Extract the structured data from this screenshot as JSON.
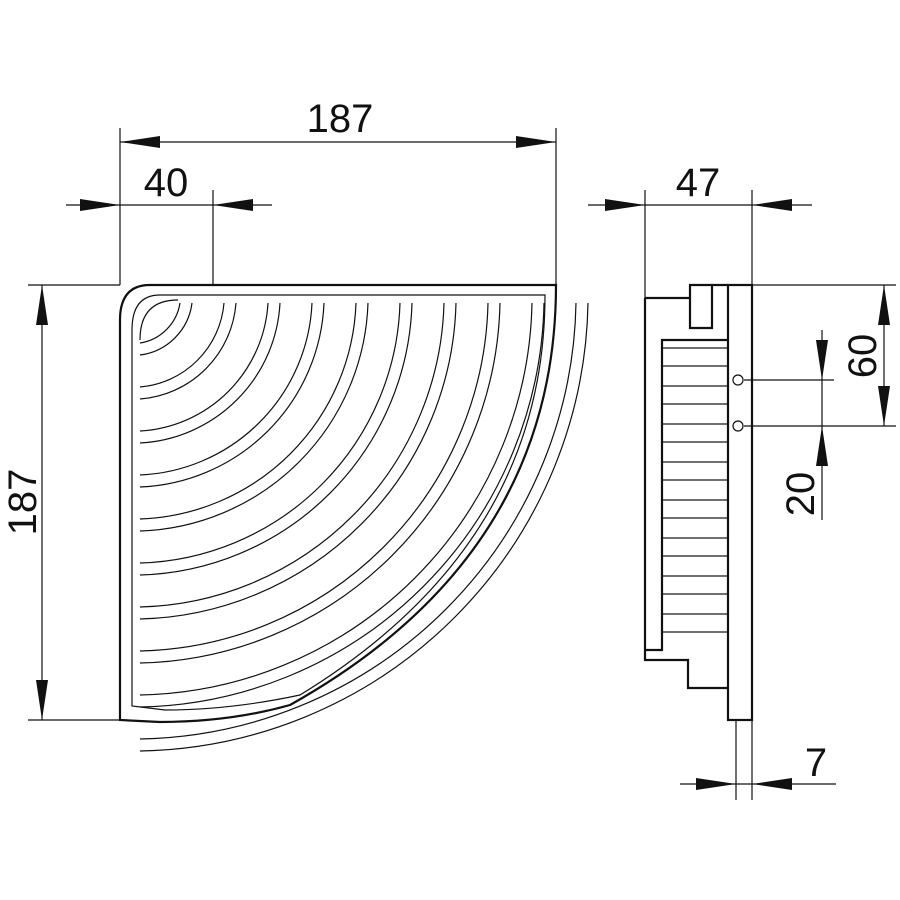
{
  "dimensions": {
    "top_width": "187",
    "top_offset": "40",
    "left_height": "187",
    "side_depth": "47",
    "right_upper": "60",
    "right_lower": "20",
    "bottom_thickness": "7"
  },
  "colors": {
    "ink": "#111111",
    "background": "#ffffff"
  }
}
